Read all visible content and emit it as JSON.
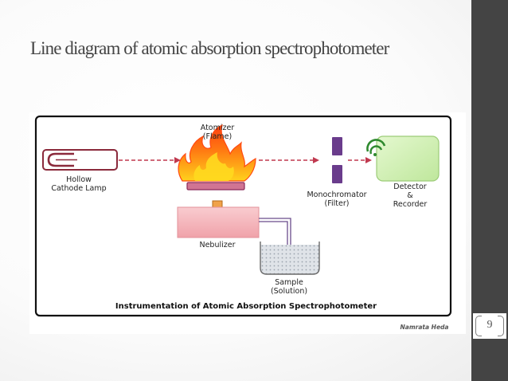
{
  "slide": {
    "title": "Line diagram of atomic absorption spectrophotometer",
    "page_number": "9"
  },
  "diagram": {
    "atomizer": [
      "Atomizer",
      "(Flame)"
    ],
    "lamp": [
      "Hollow",
      "Cathode Lamp"
    ],
    "monochromator": [
      "Monochromator",
      "(Filter)"
    ],
    "detector": [
      "Detector",
      "&",
      "Recorder"
    ],
    "nebulizer": "Nebulizer",
    "sample": [
      "Sample",
      "(Solution)"
    ],
    "caption": "Instrumentation of Atomic Absorption Spectrophotometer",
    "credit": "Namrata Heda"
  },
  "colors": {
    "band": "#444444",
    "lamp_border": "#8b2a3c",
    "beam": "#c0394f",
    "monochromator": "#6a3c8c",
    "detector_fill": "#cdeeb0",
    "detector_icon": "#2f8a2f",
    "nebulizer_fill": "#f5b7bd",
    "burner": "#c45a7c",
    "flame_outer": "#ff5a10",
    "flame_inner": "#ffd21c",
    "tube": "#6a4c8c"
  }
}
